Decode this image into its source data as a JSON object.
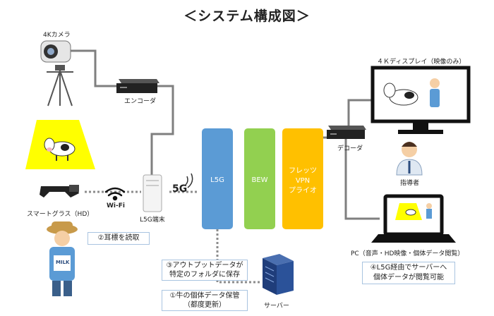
{
  "title": "＜システム構成図＞",
  "devices": {
    "camera_4k": "4Kカメラ",
    "encoder": "エンコーダ",
    "decoder": "デコーダ",
    "display_4k": "４Ｋディスプレイ（映像のみ）",
    "instructor": "指導者",
    "smart_glasses": "スマートグラス（HD）",
    "wifi": "Wi-Fi",
    "l5g_terminal": "L5G端末",
    "signal_5g": "5G",
    "server": "サーバー",
    "pc": "PC（音声・HD映像・個体データ閲覧）",
    "milk_badge": "MILK"
  },
  "networks": {
    "l5g": "L5G",
    "bew": "BEW",
    "flets_vpn": [
      "フレッツ",
      "VPN",
      "プライオ"
    ]
  },
  "notes": {
    "read_ear_tag": "②耳標を読取",
    "output_data": [
      "③アウトプットデータが",
      "特定のフォルダに保存"
    ],
    "cattle_data": [
      "①牛の個体データ保管",
      "（都度更新）"
    ],
    "l5g_server": [
      "④L5G経由でサーバーへ",
      "個体データが閲覧可能"
    ]
  },
  "colors": {
    "l5g": "#5b9bd5",
    "bew": "#92d050",
    "vpn": "#ffc000",
    "wire": "#7f7f7f",
    "yellow_panel": "#ffff00"
  }
}
